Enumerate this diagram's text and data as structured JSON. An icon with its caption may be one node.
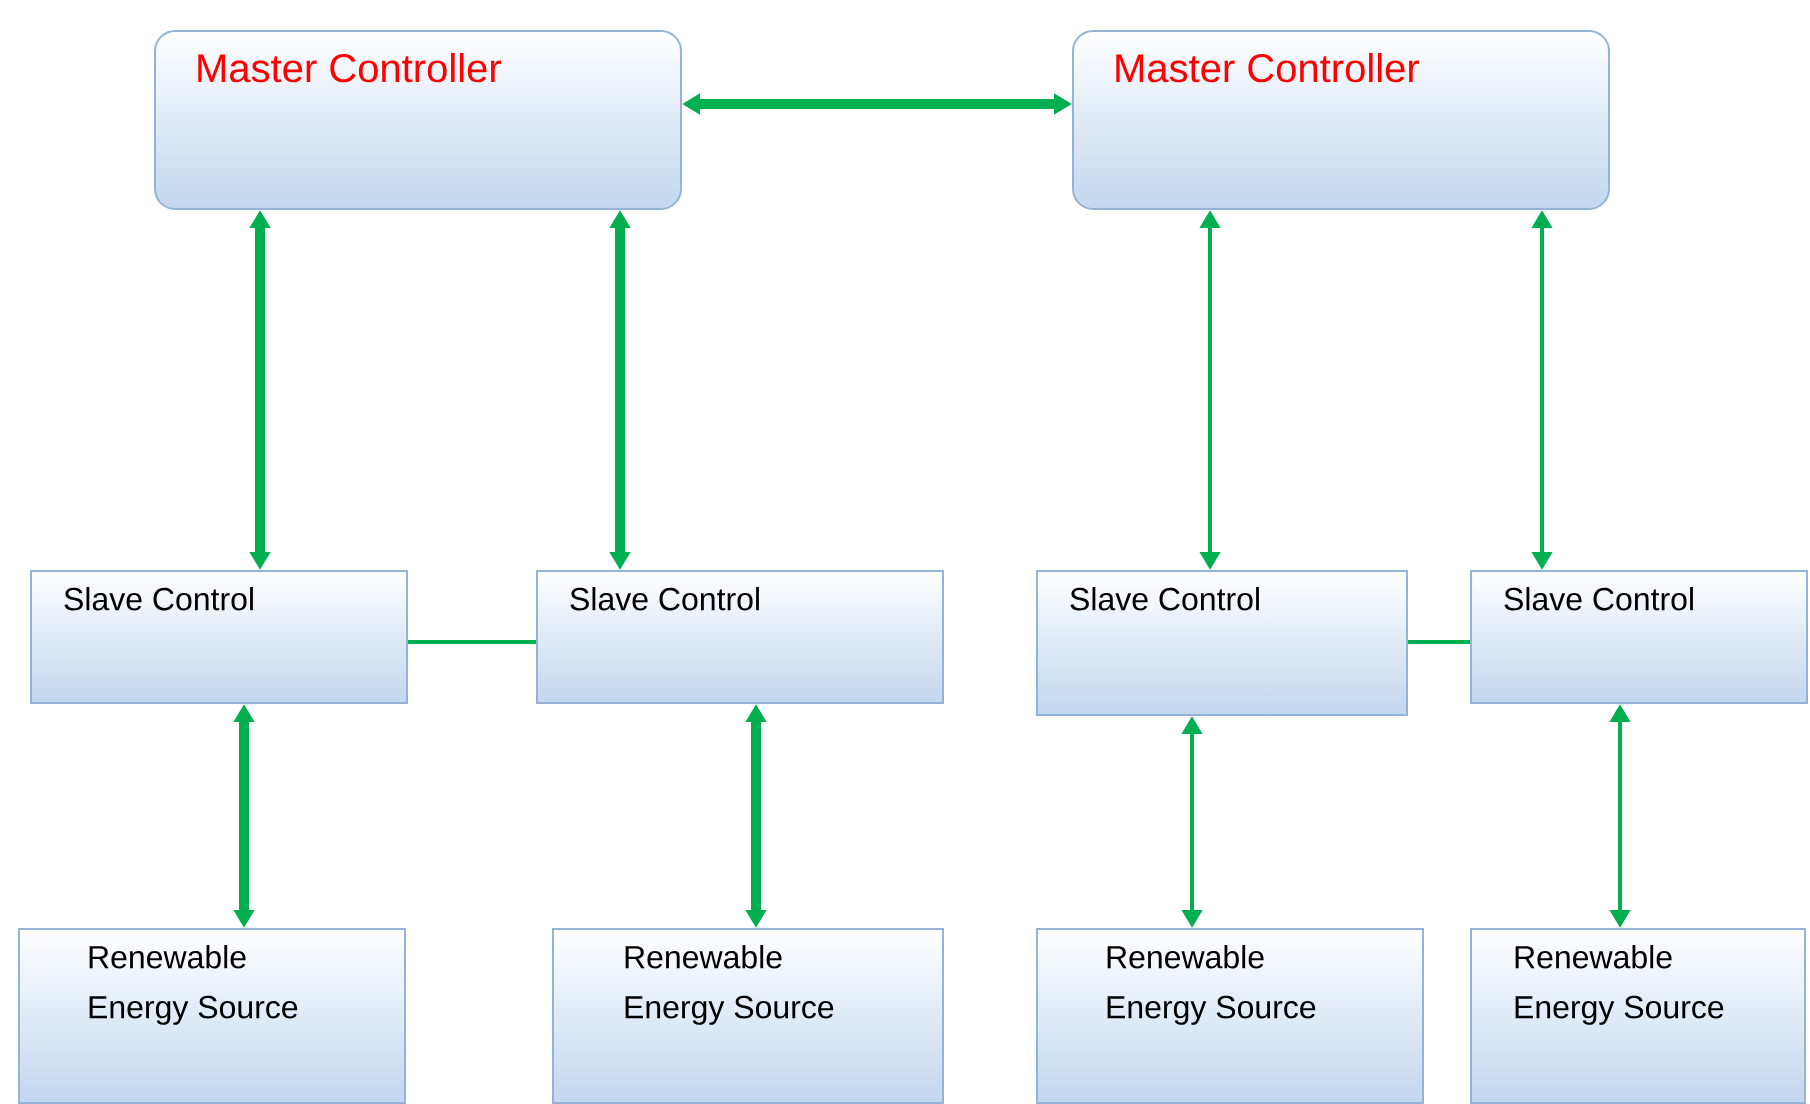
{
  "diagram": {
    "nodes": [
      {
        "text": [
          "Master Controller"
        ]
      },
      {
        "text": [
          "Master Controller"
        ]
      },
      {
        "text": [
          "Slave Control"
        ]
      },
      {
        "text": [
          "Slave Control"
        ]
      },
      {
        "text": [
          "Slave Control"
        ]
      },
      {
        "text": [
          "Slave Control"
        ]
      },
      {
        "text": [
          "Renewable Energy Source"
        ]
      },
      {
        "text": [
          "Renewable Energy Source"
        ]
      },
      {
        "text": [
          "Renewable Energy Source"
        ]
      },
      {
        "text": [
          "Renewable Energy Source"
        ]
      }
    ],
    "edges": [
      {
        "from": 0,
        "to": 1,
        "arrow": "both",
        "style": "thick"
      },
      {
        "from": 0,
        "to": 2,
        "arrow": "both",
        "style": "thick"
      },
      {
        "from": 0,
        "to": 3,
        "arrow": "both",
        "style": "thick"
      },
      {
        "from": 1,
        "to": 4,
        "arrow": "both"
      },
      {
        "from": 1,
        "to": 5,
        "arrow": "both"
      },
      {
        "from": 2,
        "to": 3,
        "arrow": "none"
      },
      {
        "from": 4,
        "to": 5,
        "arrow": "none"
      },
      {
        "from": 2,
        "to": 6,
        "arrow": "both",
        "style": "thick"
      },
      {
        "from": 3,
        "to": 7,
        "arrow": "both",
        "style": "thick"
      },
      {
        "from": 4,
        "to": 8,
        "arrow": "both"
      },
      {
        "from": 5,
        "to": 9,
        "arrow": "both"
      }
    ]
  }
}
